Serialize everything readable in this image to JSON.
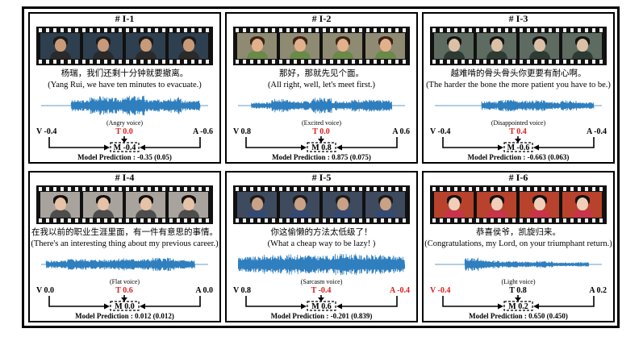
{
  "panels": [
    {
      "title": "# I-1",
      "zh": "杨瑞，我们还剩十分钟就要撤离。",
      "en": "(Yang Rui, we have ten minutes to evacuate.)",
      "voice": "(Angry voice)",
      "v": "V -0.4",
      "t": "T 0.0",
      "a": "A -0.6",
      "m": "M -0.4",
      "highlight": "t",
      "prediction": "Model  Prediction : -0.35 (0.05)",
      "frame_bg": "#2e3f4f",
      "hair": "#1b1b1b",
      "skin": "#c99a78",
      "cloth": "#2a2a2a"
    },
    {
      "title": "# I-2",
      "zh": "那好，那就先见个面。",
      "en": "(All right, well, let's meet first.)",
      "voice": "(Excited voice)",
      "v": "V 0.8",
      "t": "T 0.0",
      "a": "A 0.6",
      "m": "M 0.8",
      "highlight": "t",
      "prediction": "Model  Prediction : 0.875 (0.075)",
      "frame_bg": "#8f8a72",
      "hair": "#3a2418",
      "skin": "#e3b08c",
      "cloth": "#6a8a48"
    },
    {
      "title": "# I-3",
      "zh": "越难啃的骨头骨头你更要有耐心啊。",
      "en": "(The harder the bone the more patient you have to be.)",
      "voice": "(Disappointed voice)",
      "v": "V -0.4",
      "t": "T 0.4",
      "a": "A -0.4",
      "m": "M -0.6",
      "highlight": "t",
      "prediction": "Model  Prediction : -0.663 (0.063)",
      "frame_bg": "#5d6b61",
      "hair": "#141414",
      "skin": "#dcc0a6",
      "cloth": "#2d3b33"
    },
    {
      "title": "# I-4",
      "zh": "在我以前的职业生涯里面，有一件有意思的事情。",
      "en": "(There's an interesting thing about my previous career.)",
      "voice": "(Flat voice)",
      "v": "V 0.0",
      "t": "T 0.6",
      "a": "A 0.0",
      "m": "M 0.0",
      "highlight": "t",
      "prediction": "Model  Prediction : 0.012 (0.012)",
      "frame_bg": "#a9a39d",
      "hair": "#141010",
      "skin": "#e6c2a7",
      "cloth": "#4d4d4d"
    },
    {
      "title": "# I-5",
      "zh": "你这偷懒的方法太低级了！",
      "en": "(What a cheap way to be lazy! )",
      "voice": "(Sarcasm voice)",
      "v": "V 0.8",
      "t": "T -0.4",
      "a": "A -0.4",
      "m": "M 0.6",
      "highlight": "ta",
      "prediction": "Model  Prediction : -0.201 (0.839)",
      "frame_bg": "#3e4a5e",
      "hair": "#1c1c1c",
      "skin": "#c9a185",
      "cloth": "#344a73"
    },
    {
      "title": "# I-6",
      "zh": "恭喜侯爷，凯旋归来。",
      "en": "(Congratulations, my Lord, on your triumphant return.)",
      "voice": "(Light voice)",
      "v": "V -0.4",
      "t": "T 0.8",
      "a": "A 0.2",
      "m": "M 0.2",
      "highlight": "v",
      "prediction": "Model  Prediction : 0.650 (0.450)",
      "frame_bg": "#b8422b",
      "hair": "#161010",
      "skin": "#efcfb9",
      "cloth": "#c8344a"
    }
  ],
  "wave_color": "#2f7fbf",
  "highlight_color": "#e31c1c"
}
